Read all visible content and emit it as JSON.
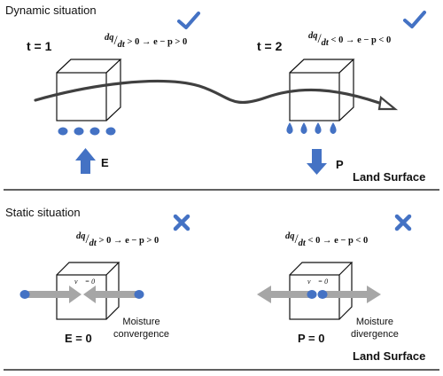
{
  "dynamic": {
    "heading": "Dynamic situation",
    "t1_label": "t = 1",
    "t2_label": "t = 2",
    "eq1": {
      "lhs": "dq",
      "den": "dt",
      "rhs": "> 0 → e − p > 0"
    },
    "eq2": {
      "lhs": "dq",
      "den": "dt",
      "rhs": "< 0 → e − p < 0"
    },
    "e_label": "E",
    "p_label": "P",
    "land_surface": "Land Surface"
  },
  "static": {
    "heading": "Static situation",
    "eq1": {
      "lhs": "dq",
      "den": "dt",
      "rhs": "> 0 → e − p > 0"
    },
    "eq2": {
      "lhs": "dq",
      "den": "dt",
      "rhs": "< 0 → e − p < 0"
    },
    "v1": "v⃗ = 0",
    "v2": "v⃗ = 0",
    "note_left": [
      "Moisture",
      "convergence"
    ],
    "note_right": [
      "Moisture",
      "divergence"
    ],
    "e_zero": "E = 0",
    "p_zero": "P = 0",
    "land_surface": "Land Surface"
  },
  "colors": {
    "accent": "#4472c4",
    "trajectory": "#404040",
    "wind_arrow": "#a6a6a6",
    "line": "#000000"
  }
}
